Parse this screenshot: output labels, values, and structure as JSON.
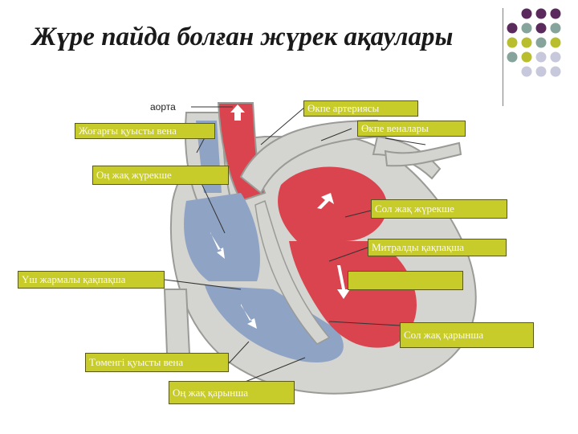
{
  "title": "Жүре пайда болған жүрек ақаулары",
  "labels": {
    "aorta": "аорта",
    "pulmonary_artery": "Өкпе артериясы",
    "superior_vena_cava": "Жоғарғы қуысты вена",
    "pulmonary_veins": "Өкпе веналары",
    "right_atrium": "Оң жақ жүрекше",
    "left_atrium": "Сол жақ жүрекше",
    "mitral_valve": "Митралды қақпақша",
    "tricuspid_valve": "Үш жармалы қақпақша",
    "blank_label": "",
    "left_ventricle": "Сол жақ қарынша",
    "inferior_vena_cava": "Төменгі қуысты вена",
    "right_ventricle": "Оң жақ қарынша"
  },
  "colors": {
    "label_fill": "#c8cc2a",
    "oxygenated": "#d9444f",
    "deoxygenated": "#8fa3c4",
    "wall": "#d4d4d0",
    "dot_purple": "#5b2a5c",
    "dot_teal": "#86a49c",
    "dot_olive": "#b9be2f",
    "dot_lavender": "#c8c8dc"
  }
}
